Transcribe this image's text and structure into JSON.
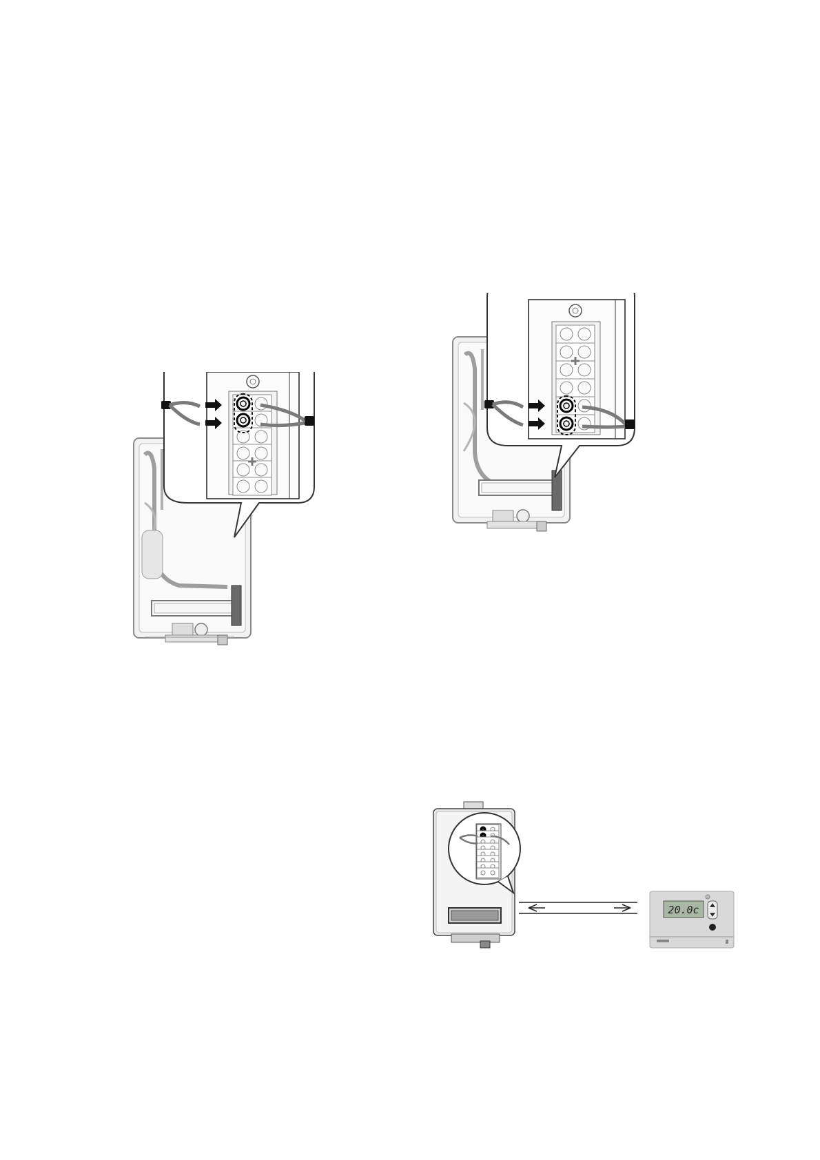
{
  "figures": {
    "left_connection": {
      "wire_count": 2,
      "highlighted_terminals": [
        "top-1",
        "top-2"
      ]
    },
    "right_connection": {
      "wire_count": 2,
      "highlighted_terminals": [
        "bottom-1",
        "bottom-2"
      ]
    },
    "thermostat_link": {
      "link": "bidirectional",
      "thermostat_display": "20.0c"
    }
  },
  "icons": [
    "arrow-right-icon",
    "arrow-left-icon",
    "info-icon",
    "up-down-arrows-icon"
  ]
}
